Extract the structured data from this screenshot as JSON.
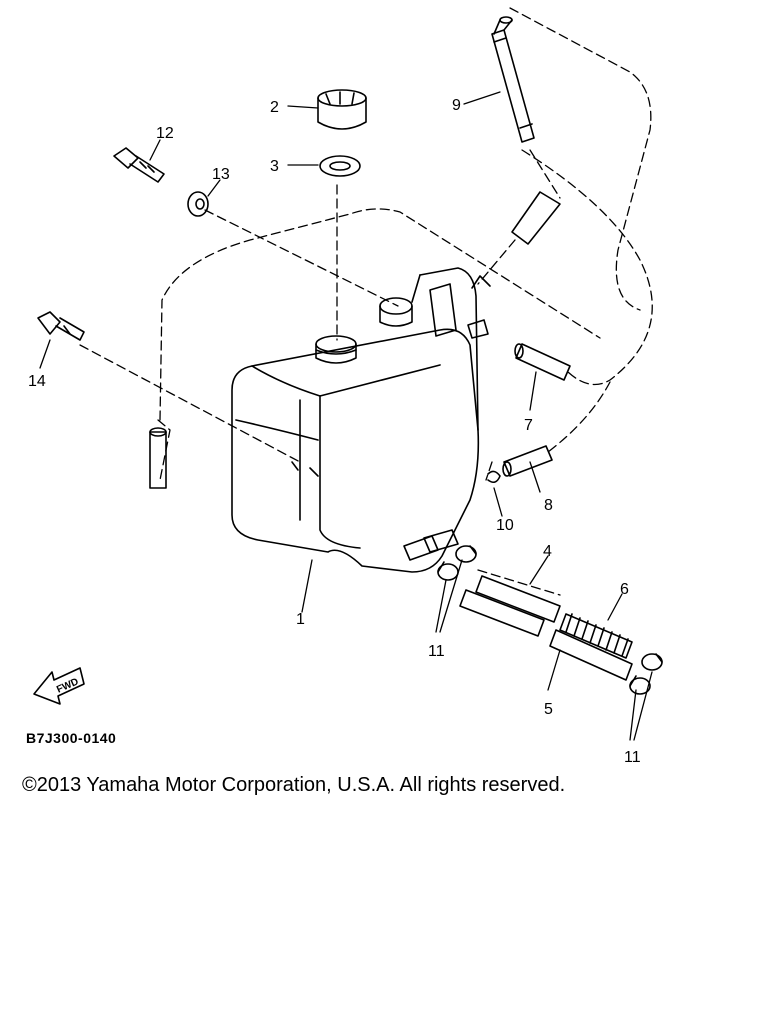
{
  "diagram": {
    "callouts": [
      {
        "id": "1",
        "label": "1"
      },
      {
        "id": "2",
        "label": "2"
      },
      {
        "id": "3",
        "label": "3"
      },
      {
        "id": "4",
        "label": "4"
      },
      {
        "id": "5",
        "label": "5"
      },
      {
        "id": "6",
        "label": "6"
      },
      {
        "id": "7",
        "label": "7"
      },
      {
        "id": "8",
        "label": "8"
      },
      {
        "id": "9",
        "label": "9"
      },
      {
        "id": "10",
        "label": "10"
      },
      {
        "id": "11a",
        "label": "11"
      },
      {
        "id": "11b",
        "label": "11"
      },
      {
        "id": "12",
        "label": "12"
      },
      {
        "id": "13",
        "label": "13"
      },
      {
        "id": "14",
        "label": "14"
      }
    ],
    "forward_mark": "FWD",
    "reference_code": "B7J300-0140"
  },
  "footer": {
    "copyright": "©2013 Yamaha Motor Corporation, U.S.A. All rights reserved."
  }
}
